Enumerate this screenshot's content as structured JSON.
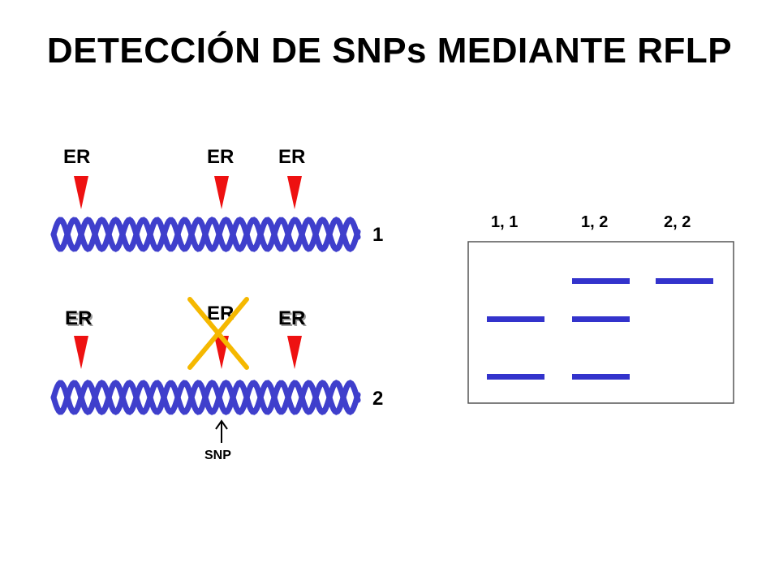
{
  "title": "DETECCIÓN DE SNPs MEDIANTE RFLP",
  "strand1": {
    "number": "1",
    "sites": [
      "ER",
      "ER",
      "ER"
    ]
  },
  "strand2": {
    "number": "2",
    "sites": [
      "ER",
      "ER",
      "ER"
    ],
    "snp_label": "SNP"
  },
  "gel": {
    "lanes": [
      "1, 1",
      "1, 2",
      "2, 2"
    ]
  },
  "colors": {
    "dna": "#3f3fcc",
    "enzyme_arrow": "#ee1111",
    "cross": "#f5b800",
    "band": "#3333cc"
  }
}
